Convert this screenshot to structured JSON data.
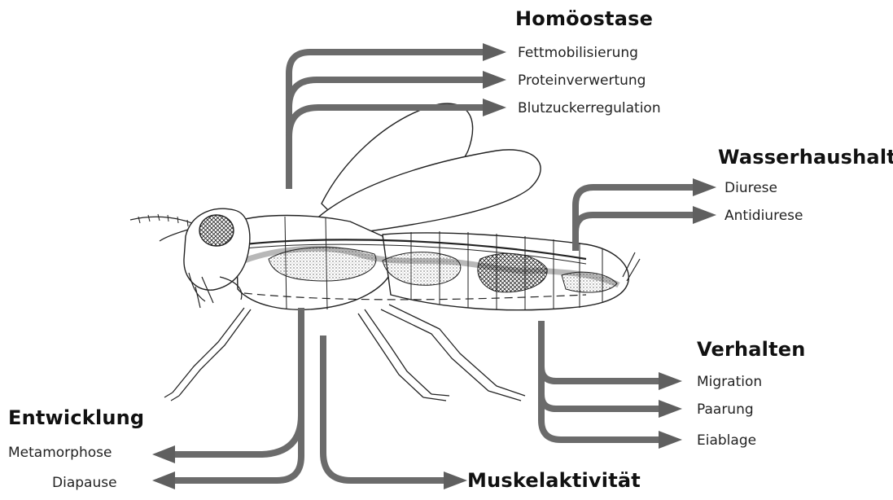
{
  "colors": {
    "arrow": "#6b6b6b",
    "arrow_head": "#5f5f5f",
    "text": "#111111",
    "insect_line": "#222222"
  },
  "groups": {
    "homoostase": {
      "title": "Homöostase",
      "items": [
        "Fettmobilisierung",
        "Proteinverwertung",
        "Blutzuckerregulation"
      ]
    },
    "wasserhaushalt": {
      "title": "Wasserhaushalt",
      "items": [
        "Diurese",
        "Antidiurese"
      ]
    },
    "verhalten": {
      "title": "Verhalten",
      "items": [
        "Migration",
        "Paarung",
        "Eiablage"
      ]
    },
    "entwicklung": {
      "title": "Entwicklung",
      "items": [
        "Metamorphose",
        "Diapause"
      ]
    },
    "muskelaktivitaet": {
      "title": "Muskelaktivität"
    }
  },
  "illustration": {
    "subject": "insect-anatomy"
  }
}
